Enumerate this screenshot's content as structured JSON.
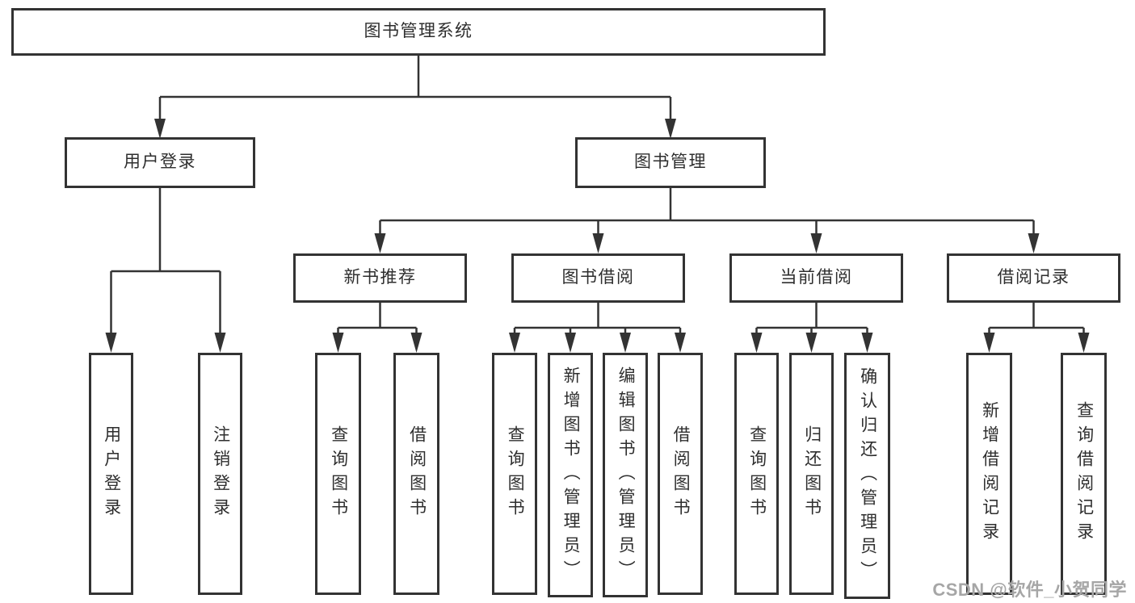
{
  "colors": {
    "line": "#333333",
    "box_border": "#333333",
    "box_fill": "#ffffff",
    "text": "#2e2e2e",
    "watermark_text_color": "#a6a6a6"
  },
  "tree": {
    "root": {
      "label": "图书管理系统"
    },
    "children": [
      {
        "label": "用户登录",
        "children": [
          {
            "label": "用户登录"
          },
          {
            "label": "注销登录"
          }
        ]
      },
      {
        "label": "图书管理",
        "children": [
          {
            "label": "新书推荐",
            "children": [
              {
                "label": "查询图书"
              },
              {
                "label": "借阅图书"
              }
            ]
          },
          {
            "label": "图书借阅",
            "children": [
              {
                "label": "查询图书"
              },
              {
                "label": "新增图书（管理员）"
              },
              {
                "label": "编辑图书（管理员）"
              },
              {
                "label": "借阅图书"
              }
            ]
          },
          {
            "label": "当前借阅",
            "children": [
              {
                "label": "查询图书"
              },
              {
                "label": "归还图书"
              },
              {
                "label": "确认归还（管理员）"
              }
            ]
          },
          {
            "label": "借阅记录",
            "children": [
              {
                "label": "新增借阅记录"
              },
              {
                "label": "查询借阅记录"
              }
            ]
          }
        ]
      }
    ]
  },
  "watermark": {
    "text": "CSDN @软件_小贺同学"
  }
}
